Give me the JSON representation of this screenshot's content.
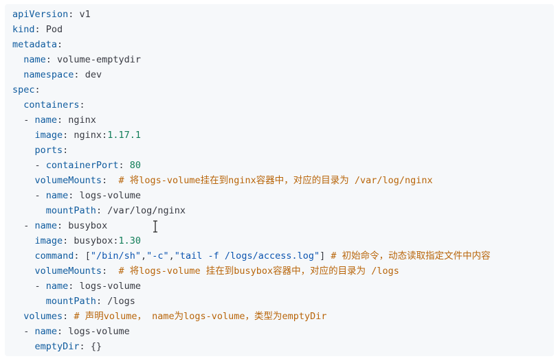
{
  "colors": {
    "background": "#f6f8fa",
    "key": "#0f5b9e",
    "text": "#383a42",
    "number": "#117d58",
    "string": "#0d55b0",
    "comment": "#b8650a"
  },
  "code": {
    "l1": {
      "key": "apiVersion",
      "sep": ": ",
      "val": "v1"
    },
    "l2": {
      "key": "kind",
      "sep": ": ",
      "val": "Pod"
    },
    "l3": {
      "key": "metadata",
      "sep": ":"
    },
    "l4": {
      "indent": "  ",
      "key": "name",
      "sep": ": ",
      "val": "volume-emptydir"
    },
    "l5": {
      "indent": "  ",
      "key": "namespace",
      "sep": ": ",
      "val": "dev"
    },
    "l6": {
      "key": "spec",
      "sep": ":"
    },
    "l7": {
      "indent": "  ",
      "key": "containers",
      "sep": ":"
    },
    "l8": {
      "indent": "  - ",
      "key": "name",
      "sep": ": ",
      "val": "nginx"
    },
    "l9": {
      "indent": "    ",
      "key": "image",
      "sep": ": ",
      "val": "nginx:",
      "num": "1.17.1"
    },
    "l10": {
      "indent": "    ",
      "key": "ports",
      "sep": ":"
    },
    "l11": {
      "indent": "    - ",
      "key": "containerPort",
      "sep": ": ",
      "num": "80"
    },
    "l12": {
      "indent": "    ",
      "key": "volumeMounts",
      "sep": ":  ",
      "comment": "# 将logs-volume挂在到nginx容器中，对应的目录为 /var/log/nginx"
    },
    "l13": {
      "indent": "    - ",
      "key": "name",
      "sep": ": ",
      "val": "logs-volume"
    },
    "l14": {
      "indent": "      ",
      "key": "mountPath",
      "sep": ": ",
      "val": "/var/log/nginx"
    },
    "l15": {
      "indent": "  - ",
      "key": "name",
      "sep": ": ",
      "val": "busybox"
    },
    "l16": {
      "indent": "    ",
      "key": "image",
      "sep": ": ",
      "val": "busybox:",
      "num": "1.30"
    },
    "l17": {
      "indent": "    ",
      "key": "command",
      "sep": ": ",
      "open": "[",
      "s1": "\"/bin/sh\"",
      "c1": ",",
      "s2": "\"-c\"",
      "c2": ",",
      "s3": "\"tail -f /logs/access.log\"",
      "close": "] ",
      "comment": "# 初始命令，动态读取指定文件中内容"
    },
    "l18": {
      "indent": "    ",
      "key": "volumeMounts",
      "sep": ":  ",
      "comment": "# 将logs-volume 挂在到busybox容器中，对应的目录为 /logs"
    },
    "l19": {
      "indent": "    - ",
      "key": "name",
      "sep": ": ",
      "val": "logs-volume"
    },
    "l20": {
      "indent": "      ",
      "key": "mountPath",
      "sep": ": ",
      "val": "/logs"
    },
    "l21": {
      "indent": "  ",
      "key": "volumes",
      "sep": ": ",
      "comment": "# 声明volume， name为logs-volume，类型为emptyDir"
    },
    "l22": {
      "indent": "  - ",
      "key": "name",
      "sep": ": ",
      "val": "logs-volume"
    },
    "l23": {
      "indent": "    ",
      "key": "emptyDir",
      "sep": ": ",
      "val": "{}"
    }
  }
}
